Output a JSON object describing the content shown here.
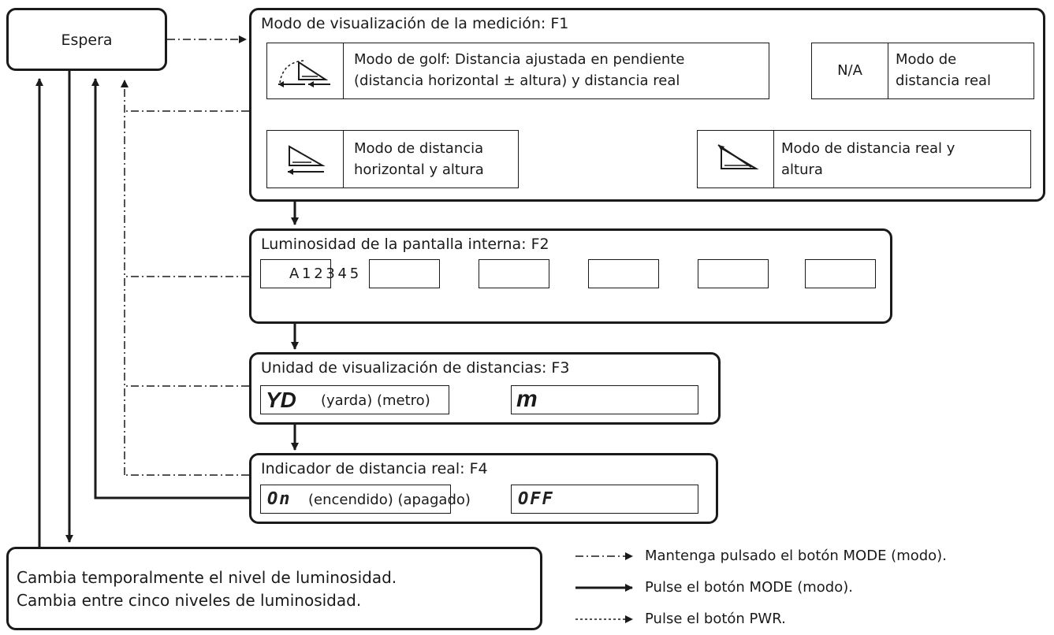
{
  "standby": "Espera",
  "f1": {
    "title": "Modo de visualización de la medición: F1",
    "golf_line1": "Modo de golf: Distancia ajustada en pendiente",
    "golf_line2": "(distancia horizontal ± altura) y distancia real",
    "na": "N/A",
    "real_line1": "Modo de",
    "real_line2": "distancia real",
    "realh_line1": "Modo de distancia real y",
    "realh_line2": "altura",
    "horiz_line1": "Modo de distancia",
    "horiz_line2": "horizontal y altura"
  },
  "f2": {
    "title": "Luminosidad de la pantalla interna: F2",
    "levels": "A 1 2 3 4 5"
  },
  "f3": {
    "title": "Unidad de visualización de distancias: F3",
    "yd_symbol": "YD",
    "yd_text": "(yarda) (metro)",
    "m_symbol": "m"
  },
  "f4": {
    "title": "Indicador de distancia real: F4",
    "on_symbol": "On",
    "on_text": "(encendido) (apagado)",
    "off_symbol": "OFF"
  },
  "note": {
    "line1": "Cambia temporalmente el nivel de luminosidad.",
    "line2": "Cambia entre cinco niveles de luminosidad."
  },
  "legend": {
    "hold_mode": "Mantenga pulsado el botón MODE (modo).",
    "press_mode": "Pulse el botón MODE (modo).",
    "press_pwr": "Pulse el botón PWR."
  },
  "icons": [
    "golf-slope-icon",
    "true-distance-height-icon",
    "horizontal-height-icon"
  ]
}
